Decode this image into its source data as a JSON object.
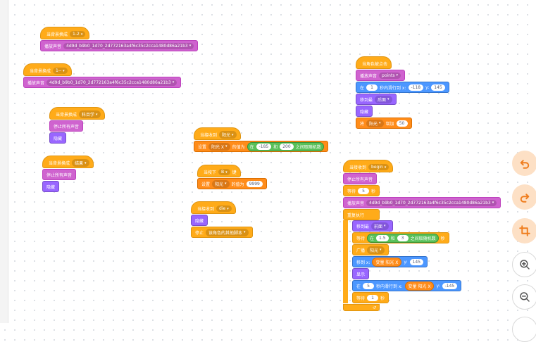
{
  "s1": {
    "hat": "当背景换成",
    "hat_dd": "1-2",
    "snd": "播放声音",
    "snd_dd": "4d9d_b9b0_1d70_2d772163a4f6c35c2cca1480d86a21b3"
  },
  "s2": {
    "hat": "当背景换成",
    "hat_dd": "1--",
    "snd": "播放声音",
    "snd_dd": "4d9d_b9b0_1d70_2d772163a4f6c35c2cca1480d86a21b3"
  },
  "s3": {
    "hat": "当背景换成",
    "hat_dd": "科目学",
    "stop": "停止所有声音",
    "hide": "隐藏"
  },
  "s4": {
    "hat": "当背景换成",
    "hat_dd": "结果",
    "stop": "停止所有声音",
    "hide": "隐藏"
  },
  "s5": {
    "hat": "当接收到",
    "hat_dd": "阳光",
    "set": "设置",
    "set_dd": "阳光 X",
    "mid": "的值为",
    "rand": "在",
    "a": "-185",
    "and": "和",
    "b": "200",
    "end": "之间取随机数"
  },
  "s6": {
    "hat": "当按下",
    "hat_dd": "B",
    "hat_end": "键",
    "set": "设置",
    "set_dd": "阳光",
    "mid": "的值为",
    "val": "9999"
  },
  "s7": {
    "hat": "当接收到",
    "hat_dd": "die",
    "hide": "隐藏",
    "stop": "停止",
    "stop_dd": "该角色的其他脚本"
  },
  "s8": {
    "hat": "当角色被点击",
    "snd": "播放声音",
    "snd_dd": "points",
    "glide": "在",
    "glide_n": "1",
    "glide_mid": "秒内滑行到 x:",
    "gx": "-118",
    "gy_l": "y:",
    "gy": "145",
    "move": "移到最",
    "move_dd": "后面",
    "hide": "隐藏",
    "chg": "将",
    "chg_dd": "阳光",
    "chg_mid": "增加",
    "chg_v": "50"
  },
  "s9": {
    "hat": "当接收到",
    "hat_dd": "begin",
    "stop": "停止所有声音",
    "wait": "等待",
    "wait_v": "5",
    "wait_u": "秒",
    "snd": "播放声音",
    "snd_dd": "4d9d_b9b0_1d70_2d772163a4f6c35c2cca1480d86a21b3",
    "forever": "重复执行",
    "move": "移到最",
    "move_dd": "前面",
    "wait2": "等待",
    "rand": "在",
    "r_a": "1.5",
    "r_and": "和",
    "r_b": "3",
    "r_end": "之间取随机数",
    "wait2_u": "秒",
    "bc": "广播",
    "bc_dd": "阳光",
    "goto": "移到 x:",
    "goto_var": "变量 阳光 X",
    "goto_y": "y:",
    "goto_yv": "145",
    "show": "显示",
    "glide": "在",
    "glide_n": "5",
    "glide_mid": "秒内滑行到 x:",
    "glide_var": "变量 阳光 X",
    "glide_y": "y:",
    "glide_yv": "-145",
    "wait3": "等待",
    "wait3_v": "1",
    "wait3_u": "秒",
    "loop": "↺"
  },
  "controls": {
    "undo": "undo-icon",
    "redo": "redo-icon",
    "crop": "crop-icon",
    "zoom_in": "zoom-in-icon",
    "zoom_out": "zoom-out-icon"
  }
}
